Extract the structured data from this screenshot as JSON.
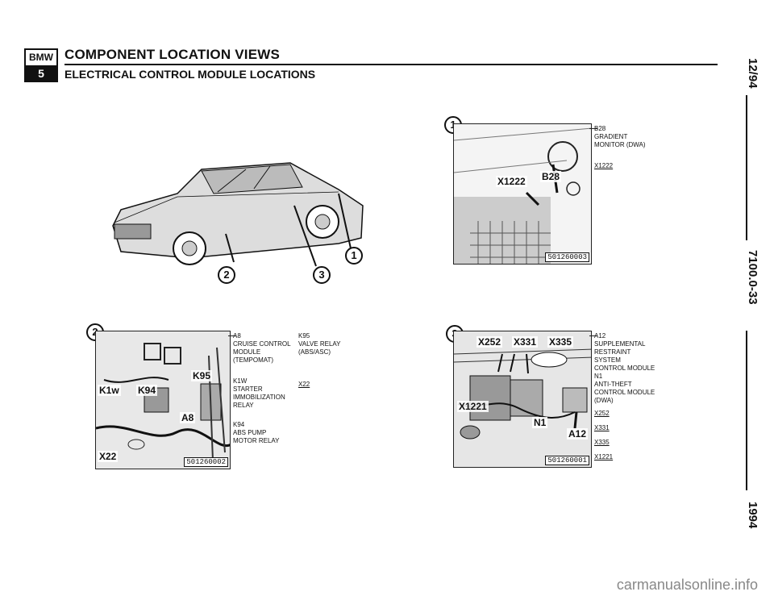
{
  "header": {
    "logo_top": "BMW",
    "logo_bottom": "5",
    "title": "COMPONENT LOCATION VIEWS",
    "subtitle": "ELECTRICAL CONTROL MODULE LOCATIONS"
  },
  "side": {
    "date": "12/94",
    "page": "7100.0-33",
    "year": "1994"
  },
  "car": {
    "callouts": [
      "1",
      "2",
      "3"
    ]
  },
  "view1": {
    "callout": "1",
    "labels": {
      "b28": "B28",
      "x1222": "X1222"
    },
    "code": "501260003",
    "legend": [
      {
        "text": "B28\nGRADIENT\nMONITOR (DWA)",
        "underline": false
      },
      {
        "text": "X1222",
        "underline": true
      }
    ]
  },
  "view2": {
    "callout": "2",
    "labels": {
      "k95": "K95",
      "k1w": "K1w",
      "k94": "K94",
      "a8": "A8",
      "x22": "X22"
    },
    "code": "501260002",
    "legend_col1": [
      {
        "text": "A8\nCRUISE CONTROL\nMODULE\n(TEMPOMAT)",
        "underline": false
      },
      {
        "text": "K1w\nSTARTER\nIMMOBILIZATION\nRELAY",
        "underline": false
      },
      {
        "text": "K94\nABS PUMP\nMOTOR RELAY",
        "underline": false
      }
    ],
    "legend_col2": [
      {
        "text": "K95\nVALVE RELAY\n(ABS/ASC)",
        "underline": false
      },
      {
        "text": "X22",
        "underline": true
      }
    ]
  },
  "view3": {
    "callout": "3",
    "labels": {
      "x252": "X252",
      "x331": "X331",
      "x335": "X335",
      "x1221": "X1221",
      "n1": "N1",
      "a12": "A12"
    },
    "code": "501260001",
    "legend": [
      {
        "text": "A12\nSUPPLEMENTAL\nRESTRAINT\nSYSTEM\nCONTROL MODULE",
        "underline": false
      },
      {
        "text": "N1\nANTI-THEFT\nCONTROL MODULE\n(DWA)",
        "underline": false
      },
      {
        "text": "X252",
        "underline": true
      },
      {
        "text": "X331",
        "underline": true
      },
      {
        "text": "X335",
        "underline": true
      },
      {
        "text": "X1221",
        "underline": true
      }
    ]
  },
  "watermark": "carmanualsonline.info"
}
